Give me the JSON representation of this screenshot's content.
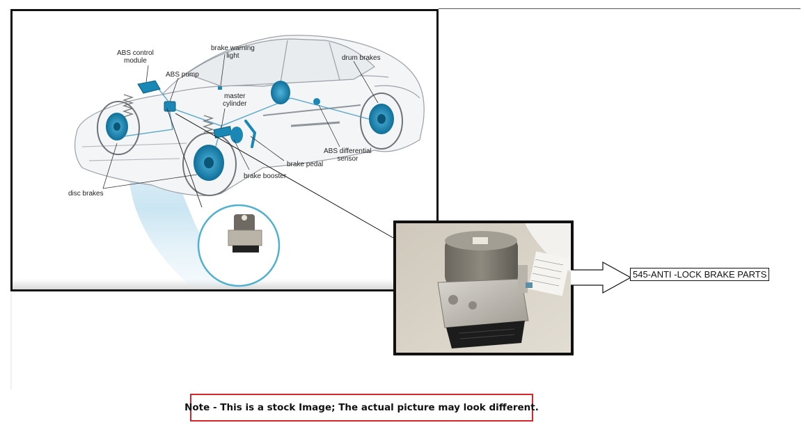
{
  "diagram": {
    "callouts": {
      "abs_control_module": "ABS control\nmodule",
      "brake_warning_light": "brake warning\nlight",
      "abs_pump": "ABS pump",
      "master_cylinder": "master\ncylinder",
      "drum_brakes": "drum brakes",
      "abs_differential_sensor": "ABS differential\nsensor",
      "brake_pedal": "brake pedal",
      "brake_booster": "brake booster",
      "disc_brakes": "disc brakes"
    },
    "accent_color": "#1a87b5",
    "car_color": "#f2f3f4"
  },
  "part": {
    "label": "545-ANTI -LOCK BRAKE PARTS"
  },
  "note": {
    "text": "Note - This is a stock Image; The actual picture may look different.",
    "border_color": "#d7262b"
  }
}
